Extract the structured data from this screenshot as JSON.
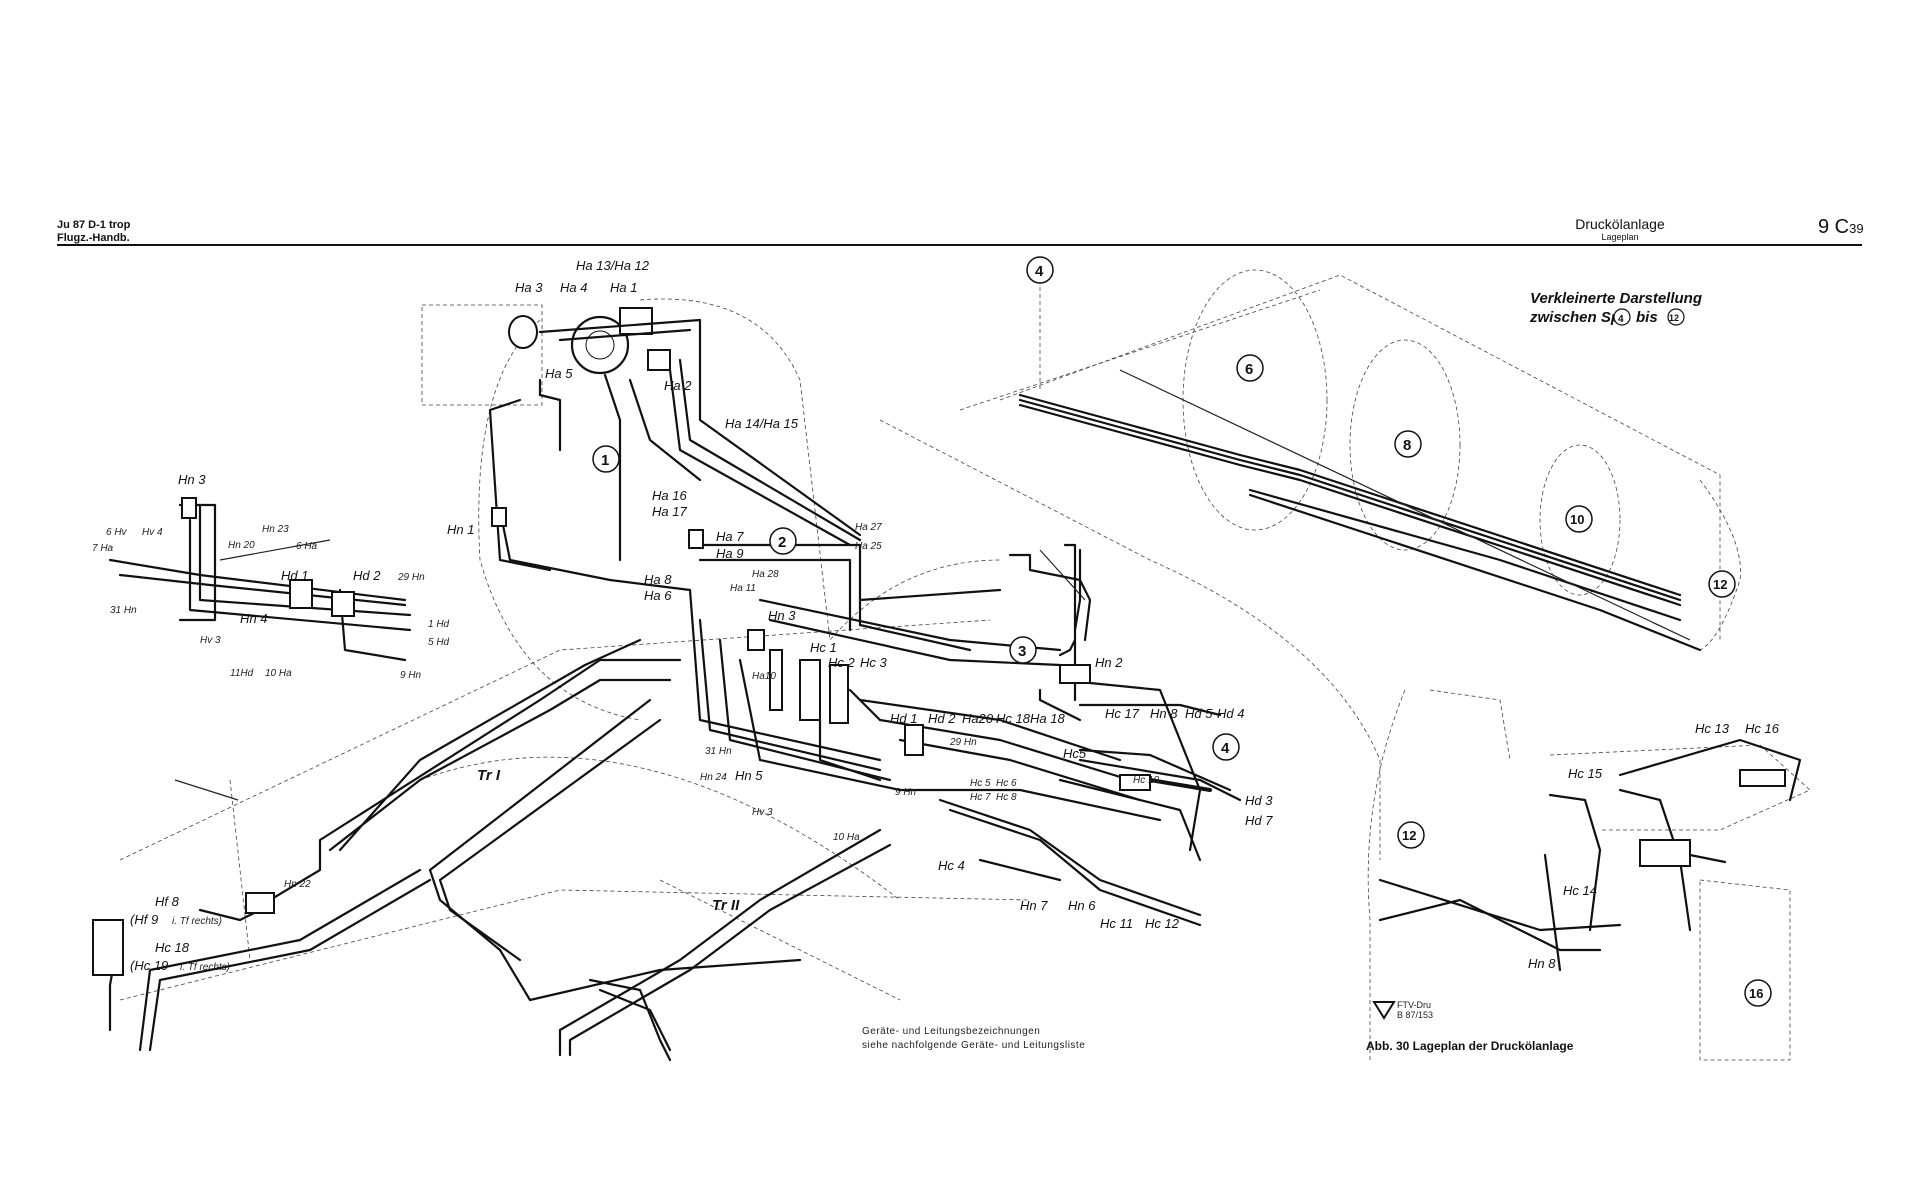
{
  "header": {
    "left_line1": "Ju 87 D-1 trop",
    "left_line2": "Flugz.-Handb.",
    "center_title": "Druckölanlage",
    "center_sub": "Lageplan",
    "page_number": "9 C",
    "page_sub": "39"
  },
  "inset_title_line1": "Verkleinerte Darstellung",
  "inset_title_line2": "zwischen Spt",
  "inset_title_to": "bis",
  "stations": [
    "1",
    "2",
    "3",
    "4",
    "4",
    "6",
    "8",
    "10",
    "12",
    "12",
    "16"
  ],
  "labels": {
    "ha13_12": "Ha 13/Ha 12",
    "ha3": "Ha 3",
    "ha4": "Ha 4",
    "ha1": "Ha 1",
    "ha5": "Ha 5",
    "ha2": "Ha 2",
    "ha14_15": "Ha 14/Ha 15",
    "ha16": "Ha 16",
    "ha17": "Ha 17",
    "hn1": "Hn 1",
    "ha7": "Ha 7",
    "ha9": "Ha 9",
    "ha27": "Ha 27",
    "ha25": "Ha 25",
    "ha28": "Ha 28",
    "ha11": "Ha 11",
    "ha8": "Ha 8",
    "ha6": "Ha 6",
    "hn3": "Hn 3",
    "hn3b": "Hn 3",
    "hv6": "6 Hv",
    "hv4": "Hv 4",
    "ha7l": "7 Ha",
    "hn20": "Hn 20",
    "hn23": "Hn 23",
    "ha6s": "6 Ha",
    "hd1": "Hd 1",
    "hd2": "Hd 2",
    "hn29": "29 Hn",
    "hn31": "31 Hn",
    "hn4": "Hn 4",
    "hd1r": "1 Hd",
    "hd5r": "5 Hd",
    "hv3": "Hv 3",
    "hd11": "11Hd",
    "ha10": "10 Ha",
    "hn9": "9 Hn",
    "hc1": "Hc 1",
    "hc2": "Hc 2",
    "hc3": "Hc 3",
    "ha10b": "Ha10",
    "hd1b": "Hd 1",
    "hd2b": "Hd 2",
    "ha20": "Ha20",
    "hc18": "Hc 18",
    "ha18": "Ha 18",
    "hn2": "Hn 2",
    "hc17": "Hc 17",
    "hn8": "Hn 8",
    "hd5": "Hd 5",
    "hd4": "Hd 4",
    "hc5b": "Hc5",
    "hc5": "Hc 5",
    "hc6": "Hc 6",
    "hc7": "Hc 7",
    "hc8": "Hc 8",
    "hc10": "Hc 10",
    "hd3": "Hd 3",
    "hd7": "Hd 7",
    "hn29b": "29 Hn",
    "hn24": "Hn 24",
    "hn5": "Hn 5",
    "hn31b": "31 Hn",
    "hv3b": "Hv 3",
    "hc4": "Hc 4",
    "hn7": "Hn 7",
    "hn6": "Hn 6",
    "hc11": "Hc 11",
    "hc12": "Hc 12",
    "hn9b": "9 Hn",
    "ha10c": "10 Ha",
    "hn22": "Hn 22",
    "tr1": "Tr I",
    "tr2": "Tr II",
    "hf8": "Hf 8",
    "hf9": "(Hf 9",
    "tf_rechts1": "i. Tf rechts)",
    "hc18l": "Hc 18",
    "hc19": "(Hc 19",
    "tf_rechts2": "i. Tf rechts)",
    "hc13": "Hc 13",
    "hc16": "Hc 16",
    "hc15": "Hc 15",
    "hc14": "Hc 14",
    "hn8b": "Hn 8"
  },
  "note_line1": "Geräte- und Leitungsbezeichnungen",
  "note_line2": "siehe nachfolgende Geräte- und Leitungsliste",
  "stamp_line1": "FTV-Dru",
  "stamp_line2": "B 87/153",
  "caption": "Abb. 30   Lageplan der Druckölanlage"
}
